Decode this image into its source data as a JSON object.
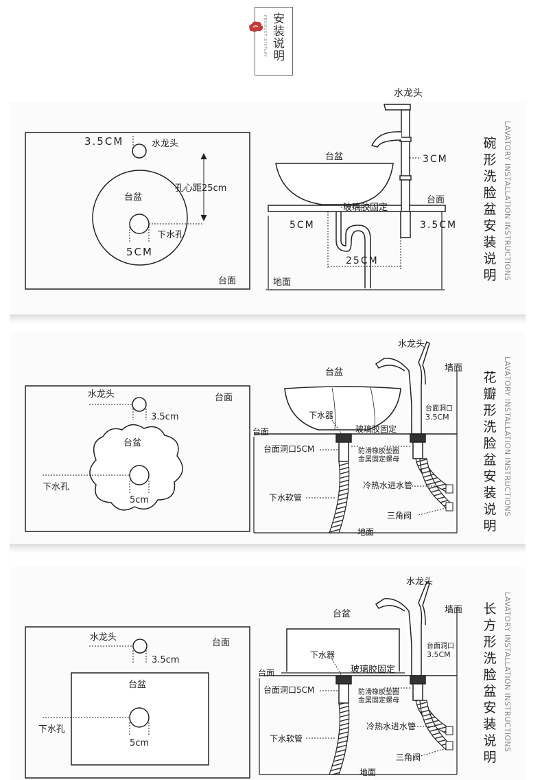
{
  "header": {
    "title": "安装说明",
    "subtitle": "PRODUCT DISPLAY"
  },
  "sections": [
    {
      "title": "碗形洗脸盆安装说明",
      "english": "LAVATORY INSTALLATION INSTRUCTIONS",
      "plan_labels": {
        "faucet_hole": "3.5CM",
        "faucet": "水龙头",
        "spacing": "孔心距25cm",
        "basin": "台盆",
        "drain_hole": "下水孔",
        "drain_size": "5CM",
        "counter": "台面"
      },
      "side_labels": {
        "faucet": "水龙头",
        "basin": "台盆",
        "faucet_height": "3CM",
        "counter": "台面",
        "glue": "玻璃胶固定",
        "drain_size": "5CM",
        "faucet_hole": "3.5CM",
        "spacing": "25CM",
        "floor": "地面"
      }
    },
    {
      "title": "花瓣形洗脸盆安装说明",
      "english": "LAVATORY INSTALLATION INSTRUCTIONS",
      "plan_labels": {
        "faucet": "水龙头",
        "counter": "台面",
        "faucet_hole": "3.5cm",
        "basin": "台盆",
        "drain_hole": "下水孔",
        "drain_size": "5cm"
      },
      "side_labels": {
        "faucet": "水龙头",
        "wall": "墙面",
        "basin": "台盆",
        "counter_hole": "台面洞口",
        "counter_hole_size": "3.5CM",
        "drain": "下水器",
        "counter": "台面",
        "glue": "玻璃胶固定",
        "drain_hole": "台面洞口5CM",
        "gasket": "防滑橡胶垫圈",
        "nut": "金属固定螺母",
        "supply": "冷热水进水管",
        "hose": "下水软管",
        "valve": "三角阀",
        "floor": "地面"
      }
    },
    {
      "title": "长方形洗脸盆安装说明",
      "english": "LAVATORY INSTALLATION INSTRUCTIONS",
      "plan_labels": {
        "faucet": "水龙头",
        "counter": "台面",
        "faucet_hole": "3.5cm",
        "basin": "台盆",
        "drain_hole": "下水孔",
        "drain_size": "5cm"
      },
      "side_labels": {
        "faucet": "水龙头",
        "wall": "墙面",
        "basin": "台盆",
        "counter_hole": "台面洞口",
        "counter_hole_size": "3.5CM",
        "drain": "下水器",
        "counter": "台面",
        "glue": "玻璃胶固定",
        "drain_hole": "台面洞口5CM",
        "gasket": "防滑橡胶垫圈",
        "nut": "金属固定螺母",
        "supply": "冷热水进水管",
        "hose": "下水软管",
        "valve": "三角阀",
        "floor": "地面"
      }
    }
  ]
}
